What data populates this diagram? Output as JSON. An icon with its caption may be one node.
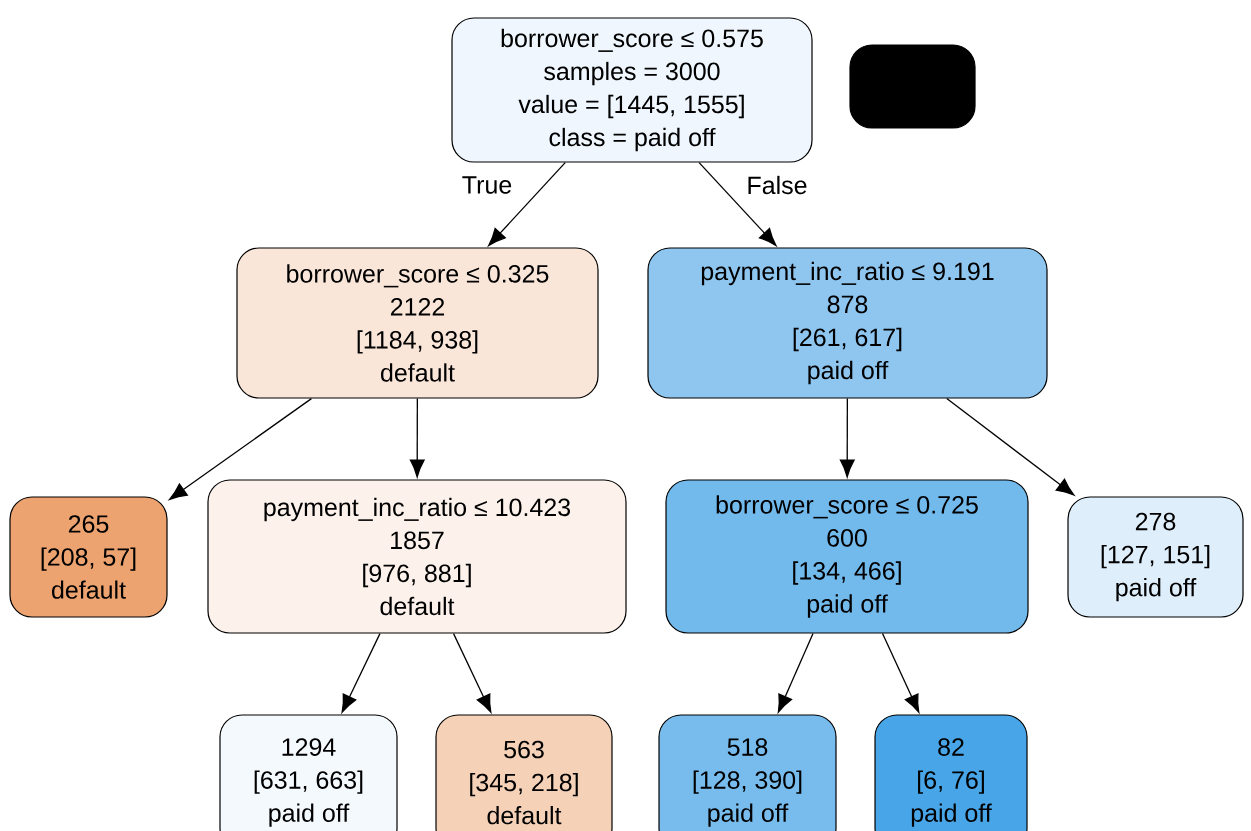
{
  "diagram": {
    "nodes": [
      {
        "text": [
          "borrower_score ≤ 0.575",
          "samples = 3000",
          "value = [1445, 1555]",
          "class = paid off"
        ]
      },
      {
        "text": [],
        "shape": "box"
      },
      {
        "text": [
          "borrower_score ≤ 0.325",
          "2122",
          "[1184, 938]",
          "default"
        ]
      },
      {
        "text": [
          "payment_inc_ratio ≤ 9.191",
          "878",
          "[261, 617]",
          "paid off"
        ]
      },
      {
        "text": [
          "265",
          "[208, 57]",
          "default"
        ]
      },
      {
        "text": [
          "payment_inc_ratio ≤ 10.423",
          "1857",
          "[976, 881]",
          "default"
        ]
      },
      {
        "text": [
          "borrower_score ≤ 0.725",
          "600",
          "[134, 466]",
          "paid off"
        ]
      },
      {
        "text": [
          "278",
          "[127, 151]",
          "paid off"
        ]
      },
      {
        "text": [
          "1294",
          "[631, 663]",
          "paid off"
        ]
      },
      {
        "text": [
          "563",
          "[345, 218]",
          "default"
        ]
      },
      {
        "text": [
          "518",
          "[128, 390]",
          "paid off"
        ]
      },
      {
        "text": [
          "82",
          "[6, 76]",
          "paid off"
        ]
      }
    ],
    "edges": [
      {
        "from": 0,
        "to": 2,
        "arrow": "to",
        "label": "True"
      },
      {
        "from": 0,
        "to": 3,
        "arrow": "to",
        "label": "False"
      },
      {
        "from": 2,
        "to": 4,
        "arrow": "to"
      },
      {
        "from": 2,
        "to": 5,
        "arrow": "to"
      },
      {
        "from": 3,
        "to": 6,
        "arrow": "to"
      },
      {
        "from": 3,
        "to": 7,
        "arrow": "to"
      },
      {
        "from": 5,
        "to": 8,
        "arrow": "to"
      },
      {
        "from": 5,
        "to": 9,
        "arrow": "to"
      },
      {
        "from": 6,
        "to": 10,
        "arrow": "to"
      },
      {
        "from": 6,
        "to": 11,
        "arrow": "to"
      }
    ]
  }
}
